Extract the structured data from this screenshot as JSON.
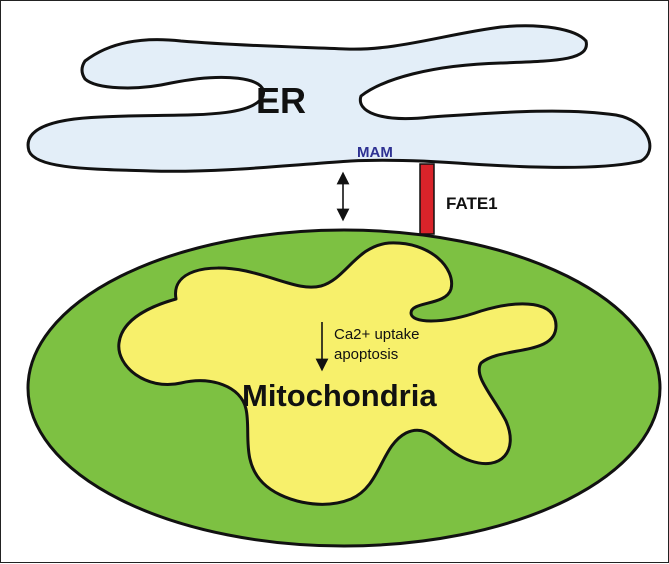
{
  "labels": {
    "er": "ER",
    "mam": "MAM",
    "fate1": "FATE1",
    "ca_uptake": "Ca2+ uptake",
    "apoptosis": "apoptosis",
    "mitochondria": "Mitochondria"
  },
  "colors": {
    "er_fill": "#e3eef8",
    "mito_outer": "#7dc142",
    "mito_inner": "#f7f06b",
    "fate1_tether": "#d9232a",
    "mam_text": "#2e3192",
    "outline": "#111111"
  }
}
